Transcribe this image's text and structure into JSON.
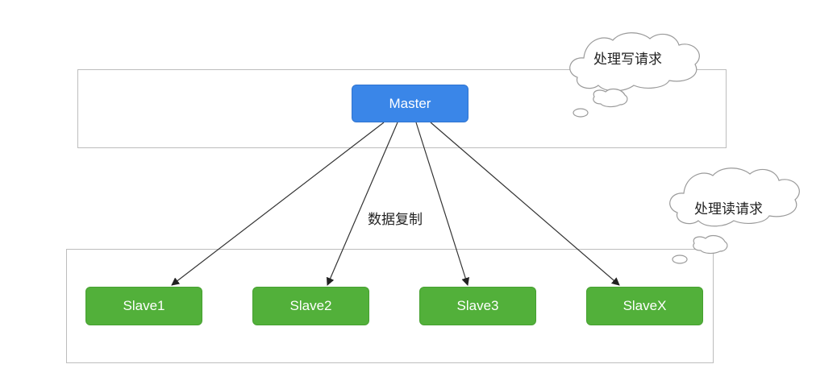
{
  "master": {
    "label": "Master"
  },
  "slaves": [
    {
      "label": "Slave1"
    },
    {
      "label": "Slave2"
    },
    {
      "label": "Slave3"
    },
    {
      "label": "SlaveX"
    }
  ],
  "replication_label": "数据复制",
  "write_bubble": "处理写请求",
  "read_bubble": "处理读请求",
  "colors": {
    "master": "#3a86e8",
    "slave": "#52b03a",
    "frame": "#bdbdbd",
    "arrow": "#333333"
  }
}
